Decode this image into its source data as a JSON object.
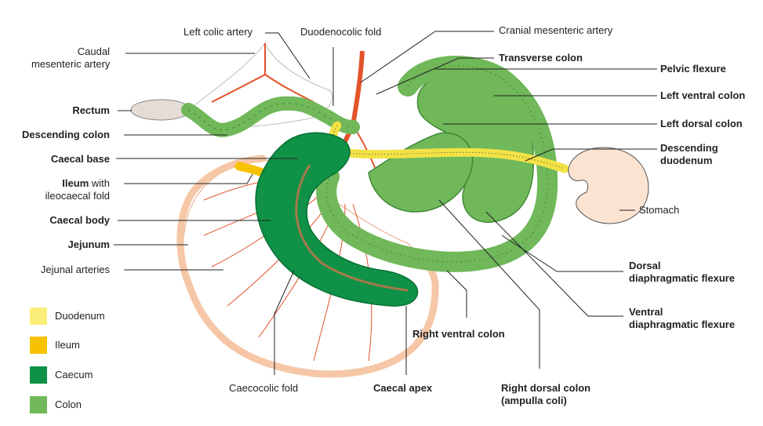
{
  "labels": {
    "caudal_mesenteric_artery_1": "Caudal",
    "caudal_mesenteric_artery_2": "mesenteric artery",
    "left_colic_artery": "Left colic artery",
    "duodenocolic_fold": "Duodenocolic fold",
    "cranial_mesenteric_artery": "Cranial mesenteric artery",
    "transverse_colon": "Transverse colon",
    "pelvic_flexure": "Pelvic flexure",
    "left_ventral_colon": "Left ventral colon",
    "left_dorsal_colon": "Left dorsal colon",
    "descending_duodenum_1": "Descending",
    "descending_duodenum_2": "duodenum",
    "stomach": "Stomach",
    "rectum": "Rectum",
    "descending_colon": "Descending colon",
    "caecal_base": "Caecal base",
    "ileum_1": "Ileum",
    "ileum_1b": " with",
    "ileum_2": "ileocaecal fold",
    "caecal_body": "Caecal body",
    "jejunum": "Jejunum",
    "jejunal_arteries": "Jejunal arteries",
    "dorsal_flexure_1": "Dorsal",
    "dorsal_flexure_2": "diaphragmatic flexure",
    "ventral_flexure_1": "Ventral",
    "ventral_flexure_2": "diaphragmatic flexure",
    "right_ventral_colon": "Right ventral colon",
    "caecocolic_fold": "Caecocolic fold",
    "caecal_apex": "Caecal apex",
    "right_dorsal_colon_1": "Right dorsal colon",
    "right_dorsal_colon_2": "(ampulla coli)"
  },
  "legend": [
    {
      "label": "Duodenum",
      "color": "#fbed7a"
    },
    {
      "label": "Ileum",
      "color": "#f7c200"
    },
    {
      "label": "Caecum",
      "color": "#0f9247"
    },
    {
      "label": "Colon",
      "color": "#70b85a"
    }
  ],
  "colors": {
    "colon": "#70b85a",
    "colon_dark": "#3f8a35",
    "caecum": "#0f9247",
    "caecum_dark": "#086e33",
    "duodenum": "#f2e246",
    "ileum": "#f7c200",
    "artery": "#e2532a",
    "mesentery": "#f3d5c0",
    "stomach": "#fbe3d2",
    "rectum": "#e6dcd6",
    "leader": "#222222"
  }
}
